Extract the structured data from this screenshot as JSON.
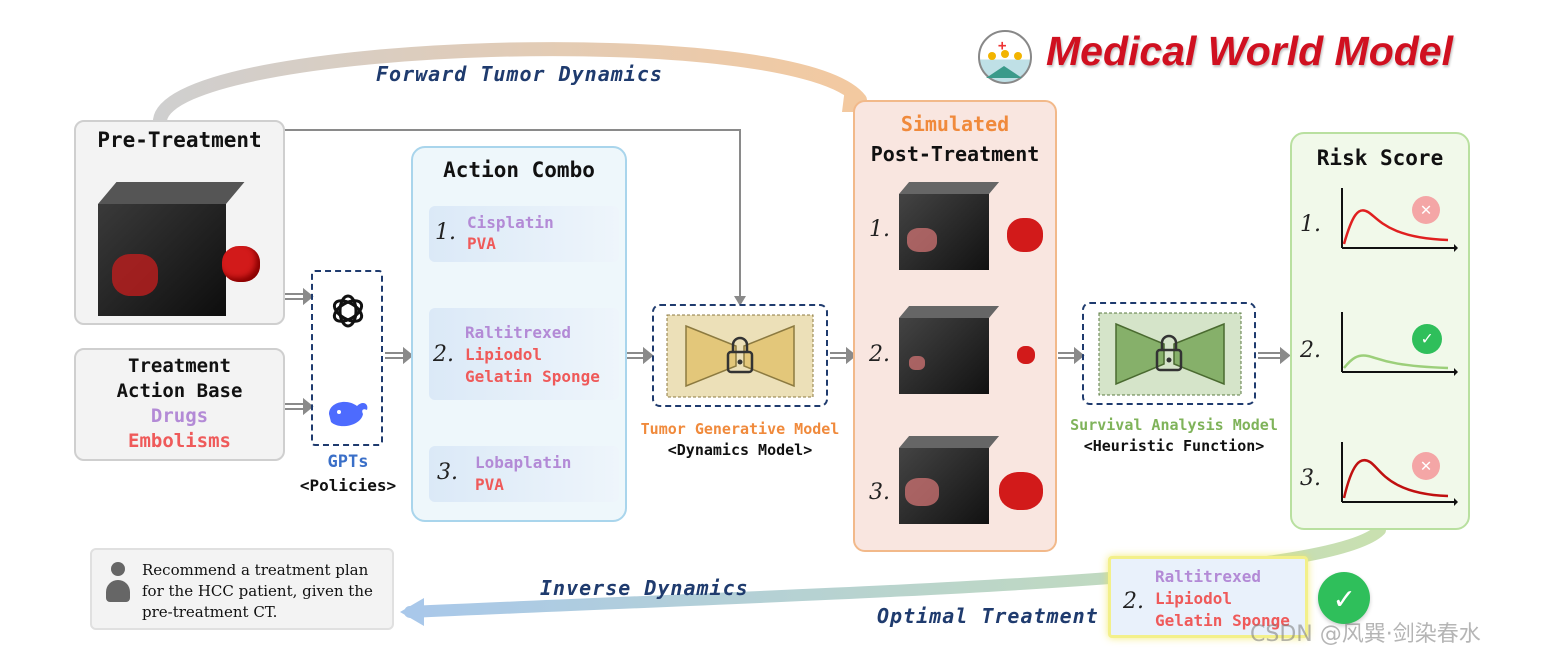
{
  "title": "Medical World Model",
  "forward_label": "Forward Tumor Dynamics",
  "inverse_label": "Inverse Dynamics",
  "optimal_label": "Optimal Treatment",
  "pre_treatment": {
    "title": "Pre-Treatment"
  },
  "action_base": {
    "line1": "Treatment",
    "line2": "Action Base",
    "drugs": "Drugs",
    "embolisms": "Embolisms"
  },
  "gpts": {
    "label": "GPTs",
    "sublabel": "<Policies>"
  },
  "action_combo": {
    "title": "Action Combo",
    "items": [
      {
        "num": "1.",
        "lines": [
          "Cisplatin",
          "PVA"
        ]
      },
      {
        "num": "2.",
        "lines": [
          "Raltitrexed",
          "Lipiodol",
          "Gelatin Sponge"
        ]
      },
      {
        "num": "3.",
        "lines": [
          "Lobaplatin",
          "PVA"
        ]
      }
    ]
  },
  "tumor_model": {
    "label": "Tumor Generative Model",
    "sublabel": "<Dynamics Model>"
  },
  "simulated": {
    "title1": "Simulated",
    "title2": "Post-Treatment",
    "nums": [
      "1.",
      "2.",
      "3."
    ]
  },
  "survival_model": {
    "label": "Survival Analysis Model",
    "sublabel": "<Heuristic Function>"
  },
  "risk": {
    "title": "Risk Score",
    "nums": [
      "1.",
      "2.",
      "3."
    ]
  },
  "prompt": {
    "line1": "Recommend a treatment plan",
    "line2": "for the HCC patient, given the",
    "line3": "pre-treatment CT."
  },
  "optimal": {
    "num": "2.",
    "lines": [
      "Raltitrexed",
      "Lipiodol",
      "Gelatin Sponge"
    ]
  },
  "watermark": "CSDN @风巽·剑染春水",
  "colors": {
    "purple": "#b38ad6",
    "red": "#ef5a5a",
    "orange": "#f08a3c",
    "green": "#7fb35a",
    "navy": "#1f3b6e",
    "title_red": "#d01020"
  }
}
